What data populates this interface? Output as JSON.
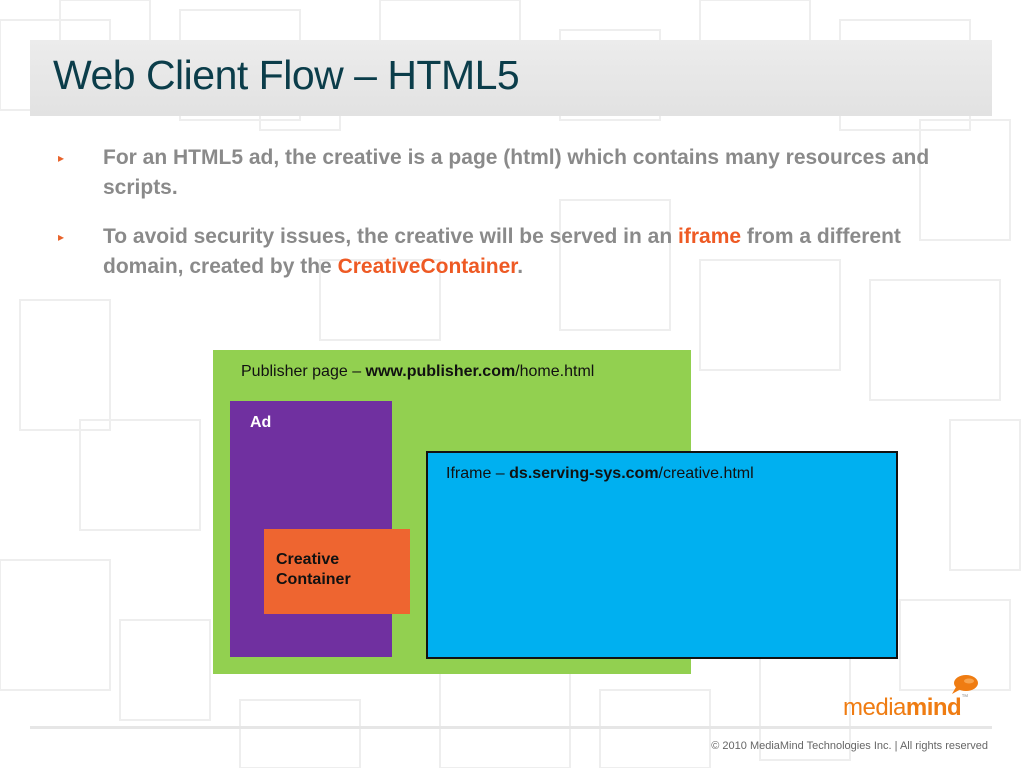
{
  "slide": {
    "title": "Web Client Flow – HTML5",
    "bullets": [
      {
        "text_1": "For an HTML5 ad, the creative is a page (html) which contains many resources and scripts."
      },
      {
        "text_before": "To avoid security issues, the creative will be served in an ",
        "highlight_1": "iframe",
        "text_middle": " from a different domain, created by the ",
        "highlight_2": "CreativeContainer",
        "text_after": "."
      }
    ],
    "bullet_marker": "▸"
  },
  "diagram": {
    "publisher": {
      "prefix": "Publisher page – ",
      "domain": "www.publisher.com",
      "path": "/home.html",
      "color": "#92d050"
    },
    "ad": {
      "label": "Ad",
      "color": "#7030a0"
    },
    "creative_container": {
      "line1": "Creative",
      "line2": "Container",
      "color": "#ee6530"
    },
    "iframe": {
      "prefix": "Iframe – ",
      "domain": "ds.serving-sys.com",
      "path": "/creative.html",
      "color": "#00b0f0"
    }
  },
  "footer": {
    "logo_regular": "media",
    "logo_bold": "mind",
    "logo_tm": "™",
    "logo_icon": "speech-bubble-icon",
    "copyright": "© 2010 MediaMind Technologies Inc. | All rights reserved",
    "brand_color": "#ef7c12"
  }
}
